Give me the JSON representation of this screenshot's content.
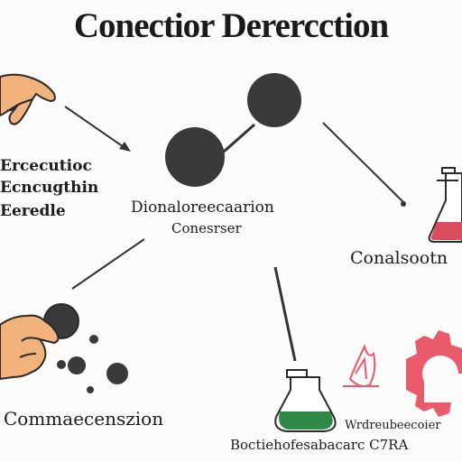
{
  "title": "Conectior Derercction",
  "labels": {
    "left_top": [
      "Ercecutioc",
      "Ecncugthin",
      "Eeredle"
    ],
    "center": [
      "Dionaloreecaarion",
      "Conesrser"
    ],
    "right_middle": "Conalsootn",
    "bottom_left": "Commaecenszion",
    "bottom_right": [
      "Wrdreubeecoier",
      "Boctiehofesabacarc C7RA"
    ]
  },
  "colors": {
    "hand": "#f2b27c",
    "hand_outline": "#2a2a2a",
    "dark_node": "#3a3a3a",
    "flask_liquid_red": "#d94d5e",
    "flask_liquid_green": "#2f8a48",
    "gear": "#e95a6b",
    "line": "#333333"
  },
  "icons": [
    "hand-icon",
    "molecule-icon",
    "flask-icon",
    "gear-icon",
    "fire-icon"
  ]
}
